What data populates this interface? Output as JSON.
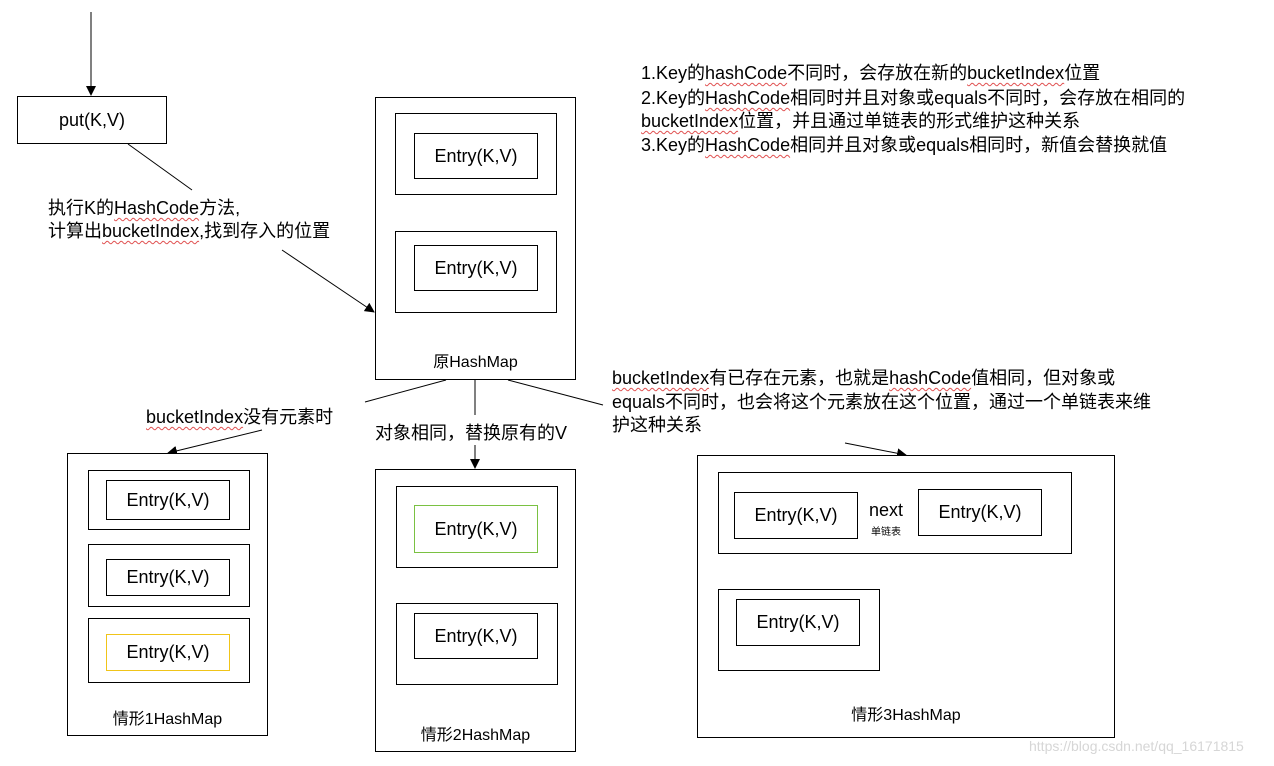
{
  "put_label": "put(K,V)",
  "hash_note": {
    "line1_pre": "执行K的",
    "line1_hash": "HashCode",
    "line1_post": "方法,",
    "line2_pre": "计算出",
    "line2_bucket": "bucketIndex",
    "line2_post": ",找到存入的位置"
  },
  "notes": {
    "n1_pre": "1.Key的",
    "n1_hash": "hashCode",
    "n1_mid": "不同时，会存放在新的",
    "n1_bucket": "bucketIndex",
    "n1_post": "位置",
    "n2_pre": "2.Key的",
    "n2_hash": "HashCode",
    "n2_post": "相同时并且对象或equals不同时，会存放在相同的",
    "n2b_bucket": "bucketIndex",
    "n2b_post": "位置，并且通过单链表的形式维护这种关系",
    "n3_pre": "3.Key的",
    "n3_hash": "HashCode",
    "n3_post": "相同并且对象或equals相同时，新值会替换就值"
  },
  "entry_label": "Entry(K,V)",
  "original_map": {
    "caption": "原HashMap"
  },
  "case1": {
    "label_bucket": "bucketIndex",
    "label_post": "没有元素时",
    "caption": "情形1HashMap"
  },
  "case2": {
    "label": "对象相同，替换原有的V",
    "caption": "情形2HashMap"
  },
  "case3": {
    "l1_bucket": "bucketIndex",
    "l1_mid": "有已存在元素，也就是",
    "l1_hash": "hashCode",
    "l1_post": "值相同，但对象或",
    "line2": "equals不同时，也会将这个元素放在这个位置，通过一个单链表来维",
    "line3": "护这种关系",
    "next_label": "next",
    "list_label": "单链表",
    "caption": "情形3HashMap"
  },
  "watermark": "https://blog.csdn.net/qq_16171815",
  "colors": {
    "green_border": "#7ac142",
    "yellow_border": "#f0c419",
    "underline": "#e05050"
  }
}
